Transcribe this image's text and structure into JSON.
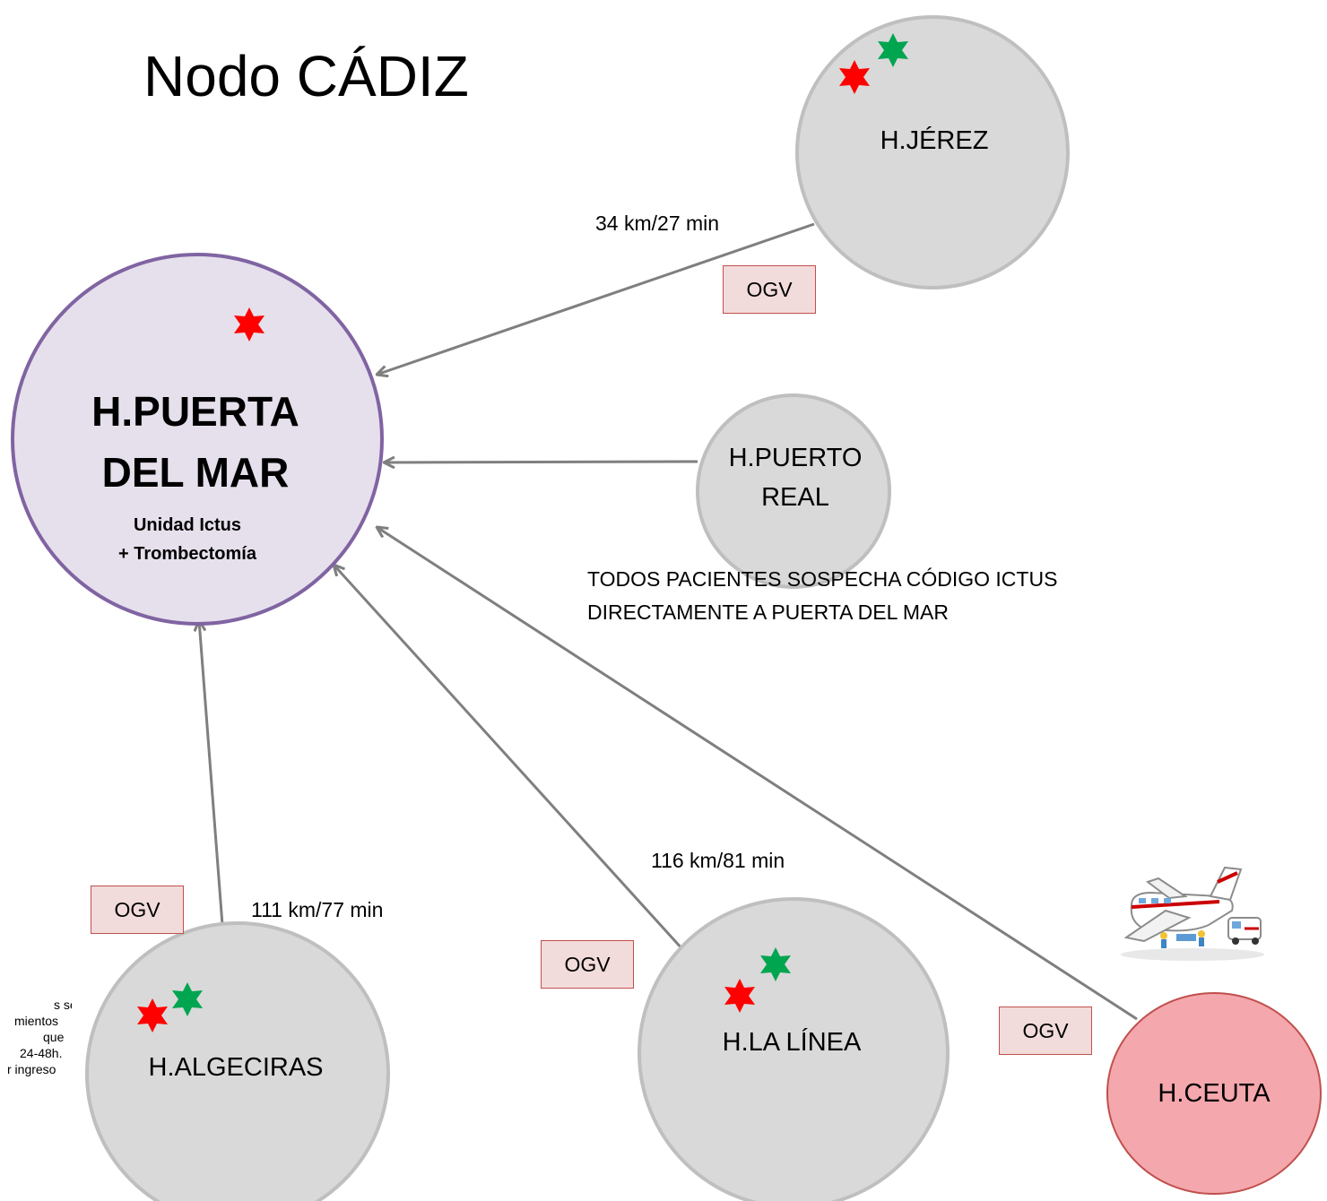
{
  "title": "Nodo CÁDIZ",
  "colors": {
    "hub_fill": "#e6e0ec",
    "hub_stroke": "#8064a2",
    "node_fill": "#d9d9d9",
    "node_stroke": "#bfbfbf",
    "ceuta_fill": "#f4a7ad",
    "ceuta_stroke": "#c0504d",
    "arrow": "#7f7f7f",
    "ogv_fill": "#f2dcdb",
    "ogv_stroke": "#c0504d",
    "star_red": "#ff0000",
    "star_green": "#00a550"
  },
  "hub": {
    "name_line1": "H.PUERTA",
    "name_line2": "DEL MAR",
    "sub_line1": "Unidad Ictus",
    "sub_line2": "+ Trombectomía"
  },
  "nodes": {
    "jerez": "H.JÉREZ",
    "puerto_real_line1": "H.PUERTO",
    "puerto_real_line2": "REAL",
    "algeciras": "H.ALGECIRAS",
    "la_linea": "H.LA LÍNEA",
    "ceuta": "H.CEUTA"
  },
  "distances": {
    "jerez": "34 km/27 min",
    "algeciras": "111 km/77 min",
    "la_linea": "116 km/81 min"
  },
  "ogv_label": "OGV",
  "note": {
    "line1": "TODOS PACIENTES SOSPECHA CÓDIGO ICTUS",
    "line2": "DIRECTAMENTE A PUERTA DEL MAR"
  },
  "clipped_note": {
    "line1": "s se",
    "line2": "mientos",
    "line3": "que",
    "line4": " 24-48h.",
    "line5": "r ingreso"
  },
  "icons": {
    "hub_star": "red-star-icon",
    "capability_stars": [
      "red-star-icon",
      "green-star-icon"
    ],
    "transport": "airplane-ambulance-icon"
  }
}
